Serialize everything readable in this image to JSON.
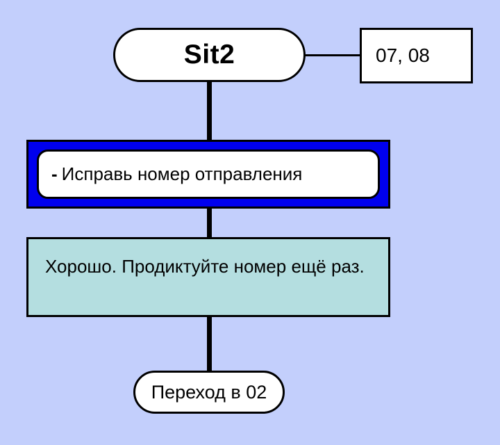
{
  "diagram": {
    "background_color": "#c3cffc",
    "state_node": {
      "label": "Sit2"
    },
    "code_box": {
      "label": "07, 08"
    },
    "user_utterance": {
      "dash": "-",
      "text": "Исправь номер отправления",
      "highlight_color": "#0000ee"
    },
    "system_response": {
      "text": "Хорошо. Продиктуйте номер ещё раз.",
      "fill_color": "#b4dee0"
    },
    "transition_node": {
      "label": "Переход в 02"
    }
  }
}
